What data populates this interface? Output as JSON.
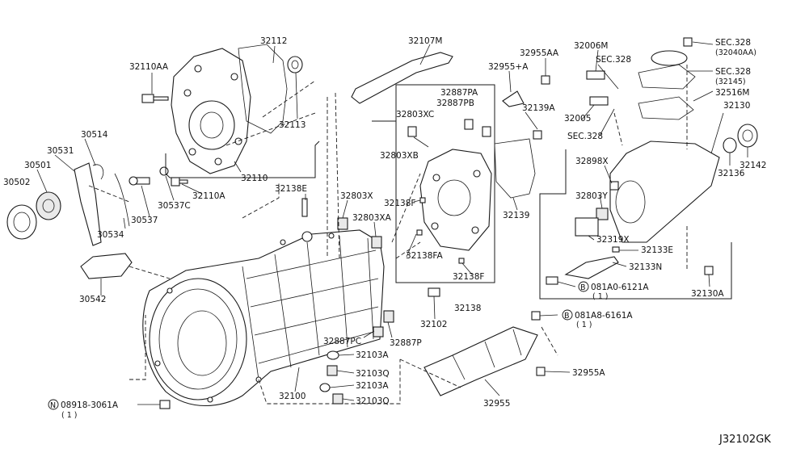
{
  "diagram_code": "J32102GK",
  "parts": {
    "p32112": "32112",
    "p32110AA": "32110AA",
    "p32113": "32113",
    "p30514": "30514",
    "p30531": "30531",
    "p30501": "30501",
    "p30502": "30502",
    "p30537C": "30537C",
    "p32110A": "32110A",
    "p30537": "30537",
    "p30534": "30534",
    "p32110": "32110",
    "p30542": "30542",
    "p32107M": "32107M",
    "p32887PA": "32887PA",
    "p32887PB": "32887PB",
    "p32803XC": "32803XC",
    "p32803XB": "32803XB",
    "p32138F_a": "32138F",
    "p32138FA": "32138FA",
    "p32138F_b": "32138F",
    "p32138": "32138",
    "p32102": "32102",
    "p32138E": "32138E",
    "p32803X": "32803X",
    "p32803XA": "32803XA",
    "p32887PC": "32887PC",
    "p32887P": "32887P",
    "p32103A_a": "32103A",
    "p32103Q_a": "32103Q",
    "p32103A_b": "32103A",
    "p32103Q_b": "32103Q",
    "p32100": "32100",
    "p08918": "08918-3061A",
    "p08918_qty": "( 1 )",
    "p32955AA": "32955AA",
    "p32955A_plus": "32955+A",
    "p32139A": "32139A",
    "p32139": "32139",
    "p32006M": "32006M",
    "p32005": "32005",
    "sec328_a": "SEC.328",
    "sec328_b": "SEC.328",
    "sec328_c": "SEC.328",
    "sec328_c_ref": "(32040AA)",
    "sec328_d": "SEC.328",
    "sec328_d_ref": "(32145)",
    "p32516M": "32516M",
    "p32130": "32130",
    "p32898X": "32898X",
    "p32803Y": "32803Y",
    "p32319X": "32319X",
    "p32133E": "32133E",
    "p32133N": "32133N",
    "p081A0": "081A0-6121A",
    "p081A0_qty": "( 1 )",
    "p32136": "32136",
    "p32142": "32142",
    "p32130A": "32130A",
    "p081A8": "081A8-6161A",
    "p081A8_qty": "( 1 )",
    "p32955A": "32955A",
    "p32955": "32955"
  },
  "symbols": {
    "N": "N",
    "B1": "B",
    "B2": "B"
  }
}
